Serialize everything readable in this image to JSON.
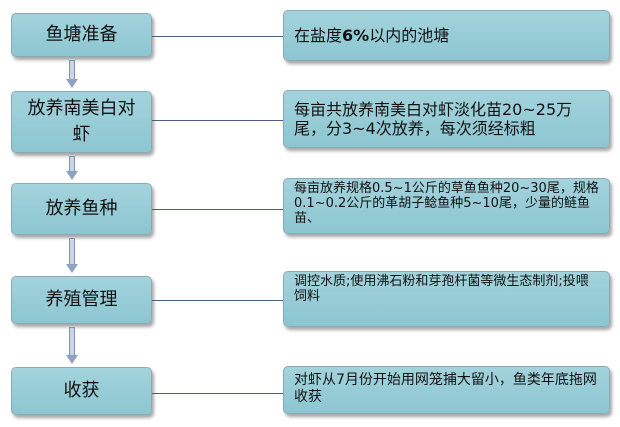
{
  "steps": [
    {
      "label": "鱼塘准备"
    },
    {
      "label": "放养南美白对虾"
    },
    {
      "label": "放养鱼种"
    },
    {
      "label": "养殖管理"
    },
    {
      "label": "收获"
    }
  ],
  "descriptions": [
    {
      "pre": "在盐度",
      "bold": "6%",
      "post": "以内的池塘"
    },
    {
      "text": "每亩共放养南美白对虾淡化苗20~25万尾，分3~4次放养，每次须经标粗"
    },
    {
      "text": "每亩放养规格0.5~1公斤的草鱼鱼种20~30尾，规格0.1~0.2公斤的革胡子鲶鱼种5~10尾，少量的鲢鱼苗、"
    },
    {
      "text": "调控水质;使用沸石粉和芽孢杆菌等微生态制剂;投喂饲料"
    },
    {
      "text": "对虾从7月份开始用网笼捕大留小，鱼类年底拖网收获"
    }
  ]
}
